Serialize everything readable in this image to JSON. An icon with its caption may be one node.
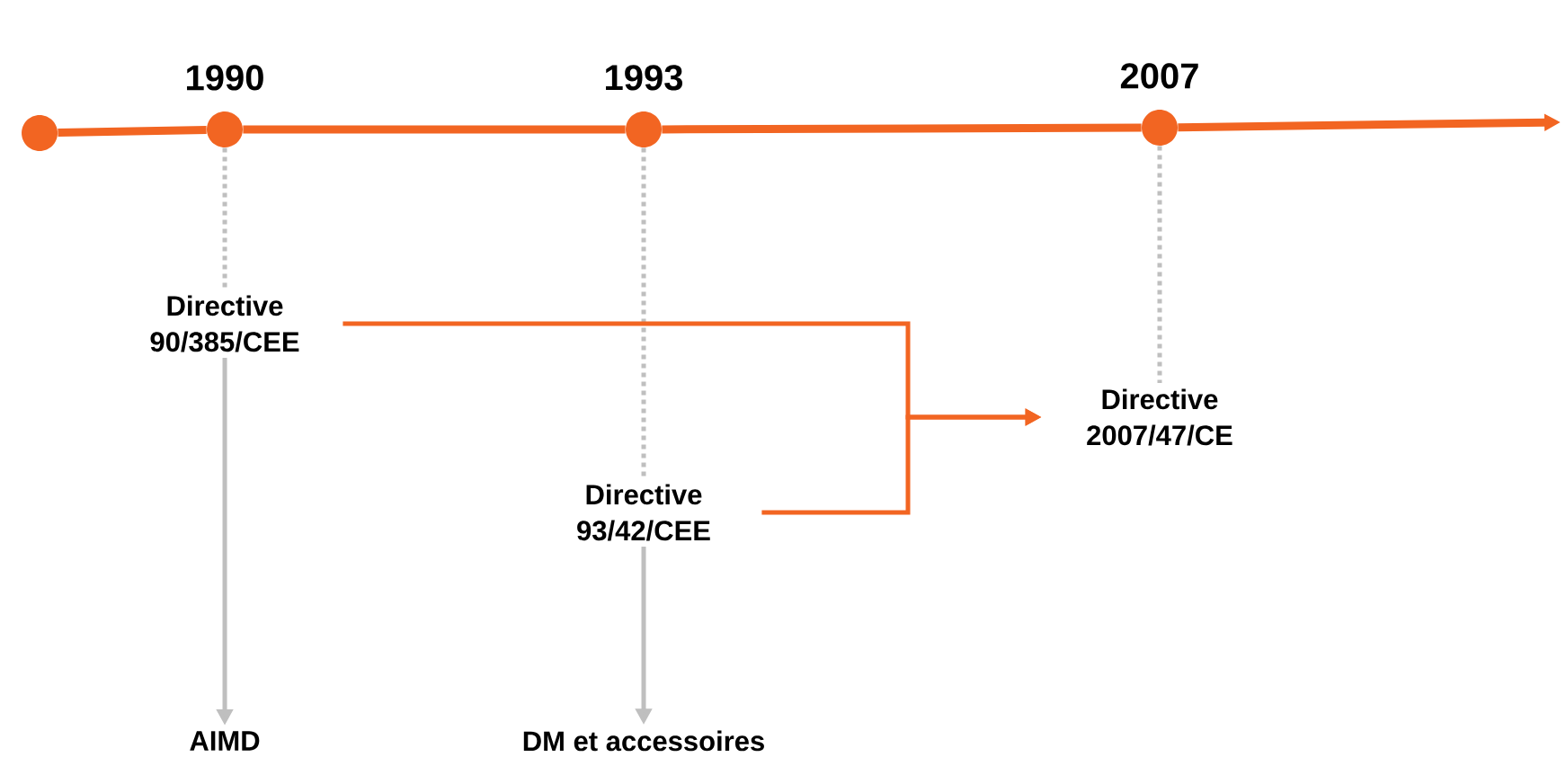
{
  "diagram": {
    "nodes": [
      {
        "text": [],
        "shape": "circle"
      },
      {
        "text": [
          "1990"
        ]
      },
      {
        "text": [
          "1993"
        ]
      },
      {
        "text": [
          "2007"
        ]
      },
      {
        "text": [
          "Directive 90/385/CEE"
        ]
      },
      {
        "text": [
          "Directive 93/42/CEE"
        ]
      },
      {
        "text": [
          "Directive 2007/47/CE"
        ]
      },
      {
        "text": [
          "AIMD"
        ]
      },
      {
        "text": [
          "DM et accessoires"
        ]
      }
    ],
    "edges": [
      {
        "from": 0,
        "to": 1,
        "arrow": "none",
        "style": "thick",
        "color": "#f26522"
      },
      {
        "from": 1,
        "to": 2,
        "arrow": "none",
        "style": "thick",
        "color": "#f26522"
      },
      {
        "from": 2,
        "to": 3,
        "arrow": "none",
        "style": "thick",
        "color": "#f26522"
      },
      {
        "from": 3,
        "to": null,
        "arrow": "to",
        "style": "thick",
        "color": "#f26522"
      },
      {
        "from": 1,
        "to": 4,
        "arrow": "none",
        "style": "dashed",
        "color": "#bfbfbf"
      },
      {
        "from": 2,
        "to": 5,
        "arrow": "none",
        "style": "dashed",
        "color": "#bfbfbf"
      },
      {
        "from": 3,
        "to": 6,
        "arrow": "none",
        "style": "dashed",
        "color": "#bfbfbf"
      },
      {
        "from": 4,
        "to": 6,
        "arrow": "to",
        "color": "#f26522"
      },
      {
        "from": 5,
        "to": 6,
        "arrow": "to",
        "color": "#f26522"
      },
      {
        "from": 4,
        "to": 7,
        "arrow": "to",
        "color": "#bfbfbf"
      },
      {
        "from": 5,
        "to": 8,
        "arrow": "to",
        "color": "#bfbfbf"
      }
    ]
  }
}
